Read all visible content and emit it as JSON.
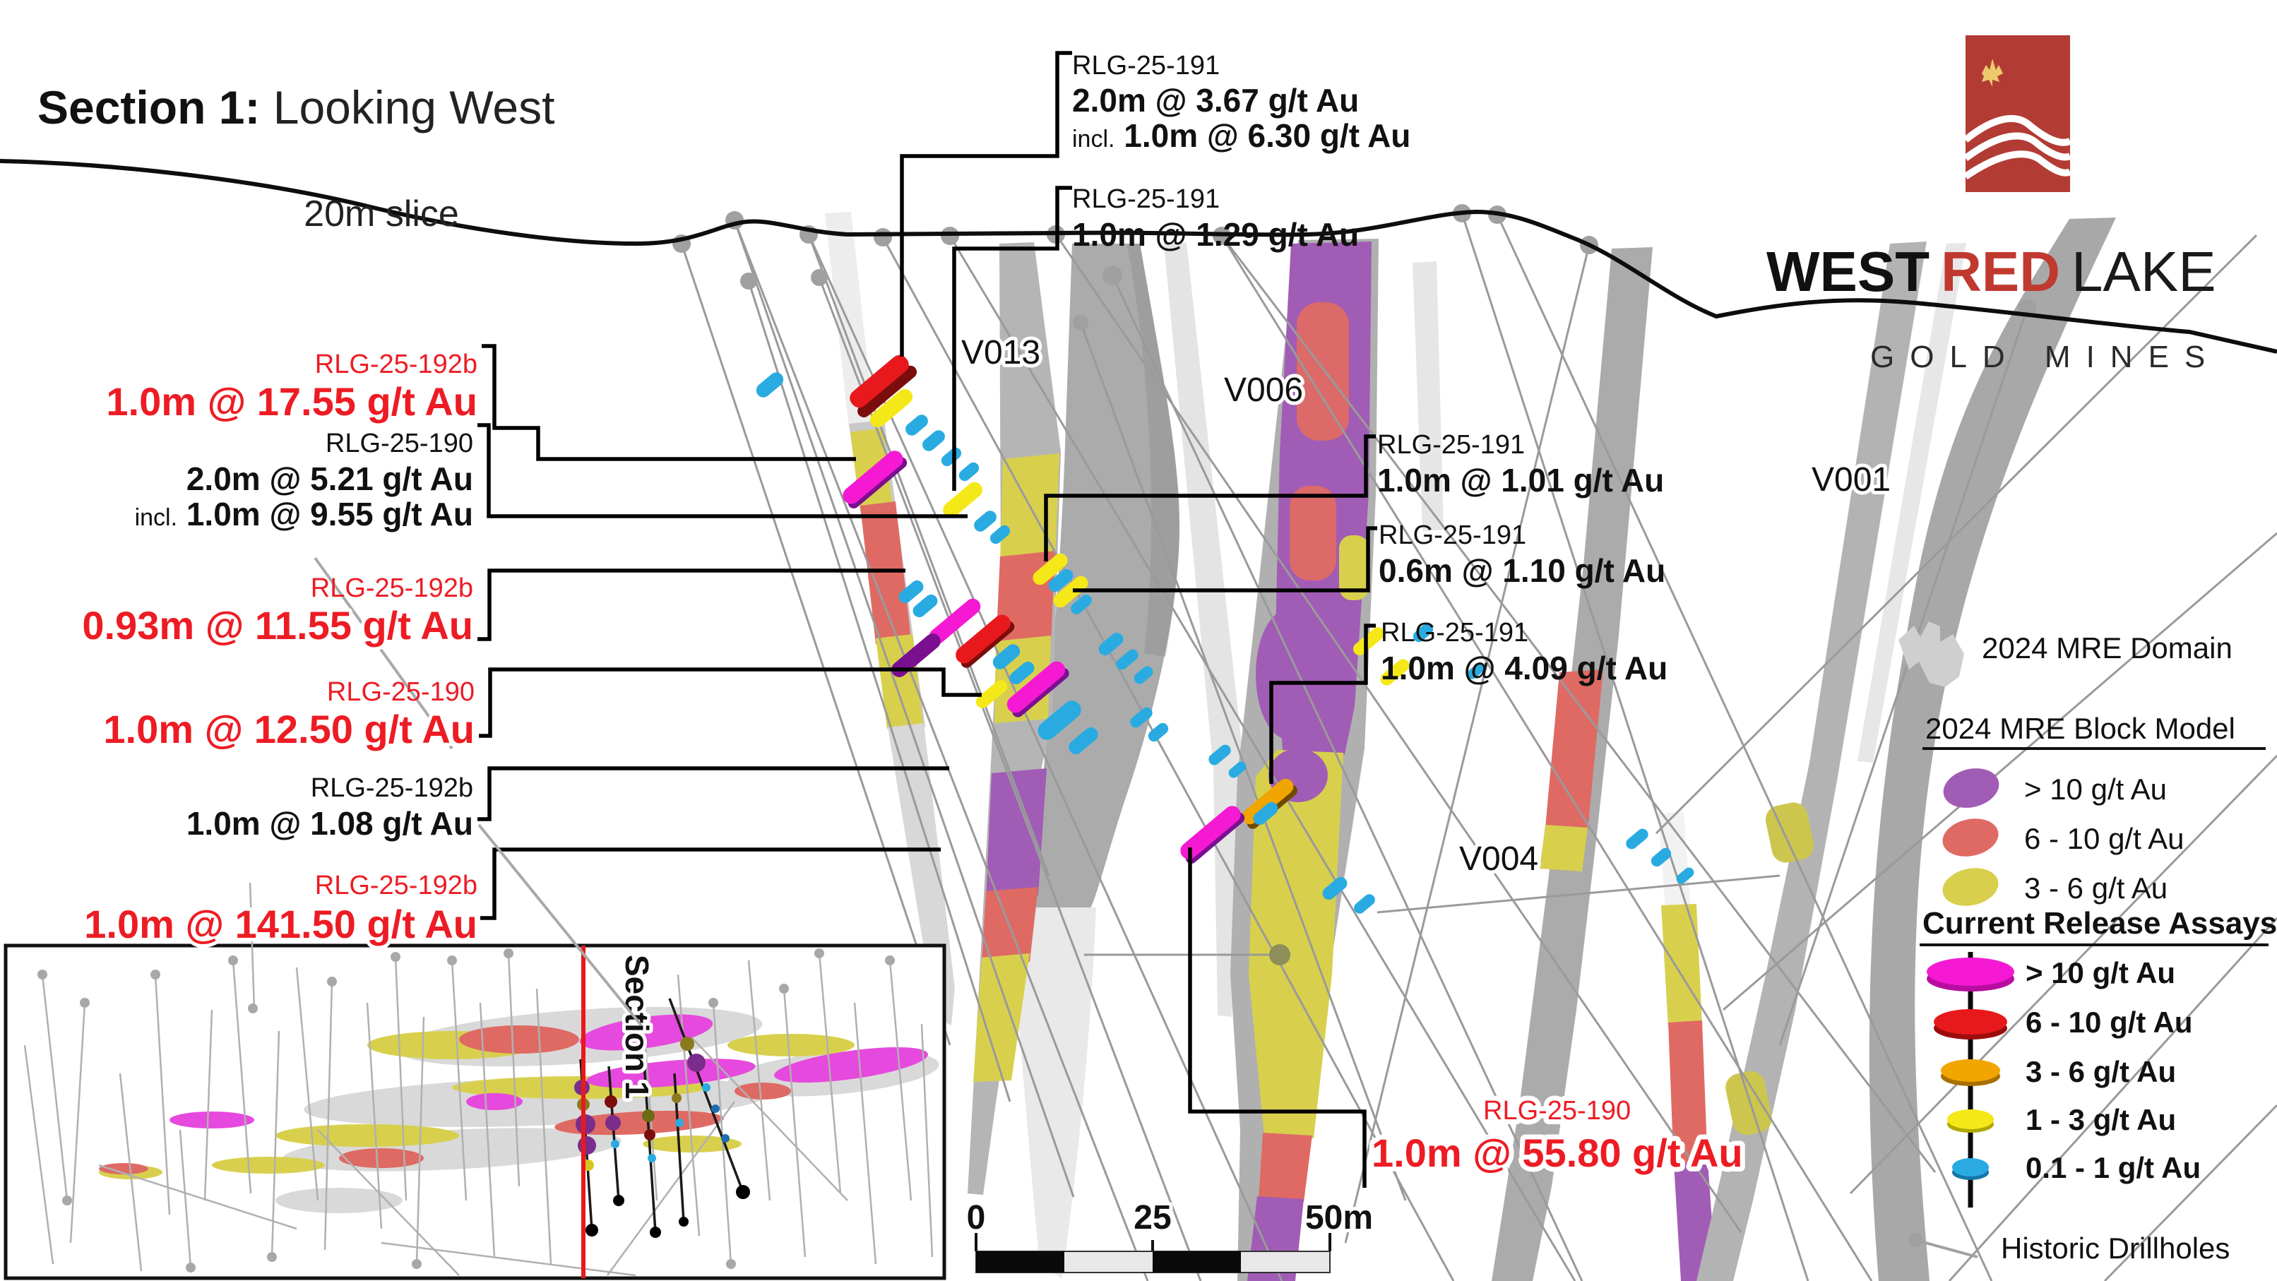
{
  "title": {
    "main_bold": "Section 1:",
    "main_light": " Looking West",
    "subtitle": "20m slice"
  },
  "logo": {
    "west": "WEST",
    "red": "RED",
    "lake": "LAKE",
    "sub": "GOLD MINES"
  },
  "vein_labels": {
    "v013": "V013",
    "v006": "V006",
    "v004": "V004",
    "v001": "V001"
  },
  "annotations": {
    "top": [
      {
        "hole": "RLG-25-191",
        "value": "2.0m @ 3.67 g/t Au",
        "incl_prefix": "incl.",
        "incl_value": " 1.0m @ 6.30 g/t Au"
      },
      {
        "hole": "RLG-25-191",
        "value": "1.0m @ 1.29 g/t Au"
      }
    ],
    "left": [
      {
        "hole": "RLG-25-192b",
        "value": "1.0m @ 17.55 g/t Au"
      },
      {
        "hole": "RLG-25-190",
        "value": "2.0m @ 5.21 g/t Au",
        "incl_prefix": "incl.",
        "incl_value": " 1.0m @ 9.55 g/t Au"
      },
      {
        "hole": "RLG-25-192b",
        "value": "0.93m @ 11.55 g/t Au"
      },
      {
        "hole": "RLG-25-190",
        "value": "1.0m @ 12.50 g/t Au"
      },
      {
        "hole": "RLG-25-192b",
        "value": "1.0m @ 1.08 g/t Au"
      },
      {
        "hole": "RLG-25-192b",
        "value": "1.0m @ 141.50 g/t Au"
      }
    ],
    "mid": [
      {
        "hole": "RLG-25-191",
        "value": "1.0m @ 1.01 g/t Au"
      },
      {
        "hole": "RLG-25-191",
        "value": "0.6m @ 1.10 g/t Au"
      },
      {
        "hole": "RLG-25-191",
        "value": "1.0m @ 4.09 g/t Au"
      }
    ],
    "feature": {
      "hole": "RLG-25-190",
      "value": "1.0m @ 55.80 g/t Au"
    }
  },
  "legend": {
    "domain_label": "2024 MRE Domain",
    "block_model": {
      "title": "2024 MRE Block Model",
      "items": [
        {
          "label": "> 10 g/t Au",
          "color": "#a15cb5"
        },
        {
          "label": "6 - 10 g/t Au",
          "color": "#df6a64"
        },
        {
          "label": "3 - 6 g/t Au",
          "color": "#d8d04d"
        }
      ]
    },
    "assays": {
      "title": "Current Release Assays",
      "items": [
        {
          "label": "> 10 g/t Au",
          "color": "#f519d3"
        },
        {
          "label": "6 - 10 g/t Au",
          "color": "#e8191c"
        },
        {
          "label": "3 - 6 g/t Au",
          "color": "#f0a500"
        },
        {
          "label": "1 - 3 g/t Au",
          "color": "#f5e818"
        },
        {
          "label": "0.1 - 1 g/t Au",
          "color": "#29abe2"
        }
      ]
    },
    "historic_label": "Historic Drillholes"
  },
  "scalebar": {
    "zero": "0",
    "mid": "25",
    "end": "50m"
  },
  "inset": {
    "section_label": "Section 1"
  },
  "colors": {
    "accent_red_text": "#ed1c24",
    "logo_red": "#b23b34",
    "bm_purple": "#a15cb5",
    "bm_red": "#df6a64",
    "bm_yellow": "#d8d04d",
    "assay_magenta": "#f519d3",
    "assay_red": "#e8191c",
    "assay_orange": "#f0a500",
    "assay_yellow": "#f5e818",
    "assay_cyan": "#29abe2",
    "historic_gray": "#9a9a9a"
  }
}
